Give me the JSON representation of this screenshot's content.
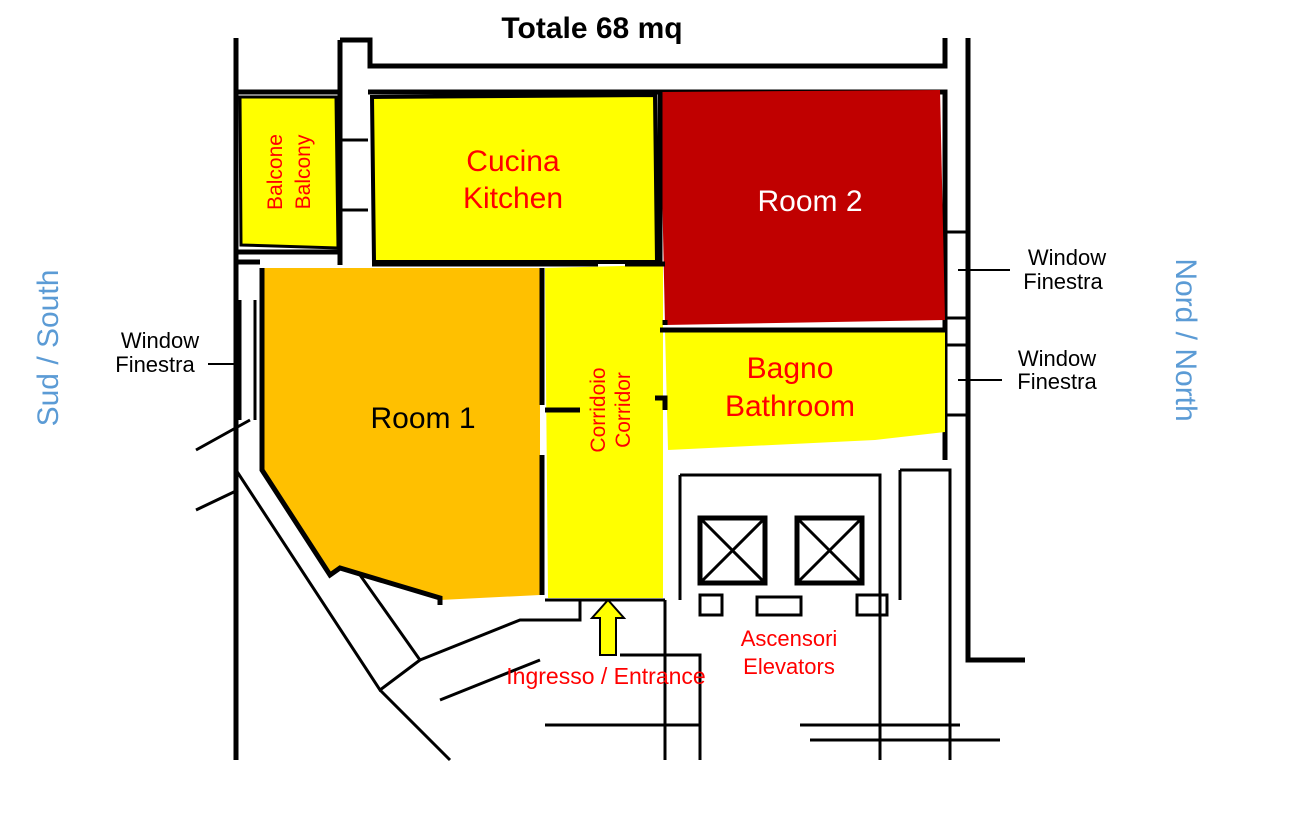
{
  "title": "Totale 68 mq",
  "colors": {
    "room_yellow": "#ffff00",
    "room1": "#ffc000",
    "room2": "#c00000",
    "label_red": "#ff0000",
    "orientation_blue": "#5b9bd5"
  },
  "rooms": {
    "balcony": [
      "Balcone",
      "Balcony"
    ],
    "kitchen": [
      "Cucina",
      "Kitchen"
    ],
    "room2": "Room 2",
    "room1": "Room 1",
    "corridor": [
      "Corridoio",
      "Corridor"
    ],
    "bathroom": [
      "Bagno",
      "Bathroom"
    ]
  },
  "windows": {
    "south": [
      "Window",
      "Finestra"
    ],
    "north_top": [
      "Window",
      "Finestra"
    ],
    "north_bottom": [
      "Window",
      "Finestra"
    ]
  },
  "orientation": {
    "south": "Sud / South",
    "north": "Nord / North"
  },
  "entrance": "Ingresso / Entrance",
  "elevators": [
    "Ascensori",
    "Elevators"
  ]
}
